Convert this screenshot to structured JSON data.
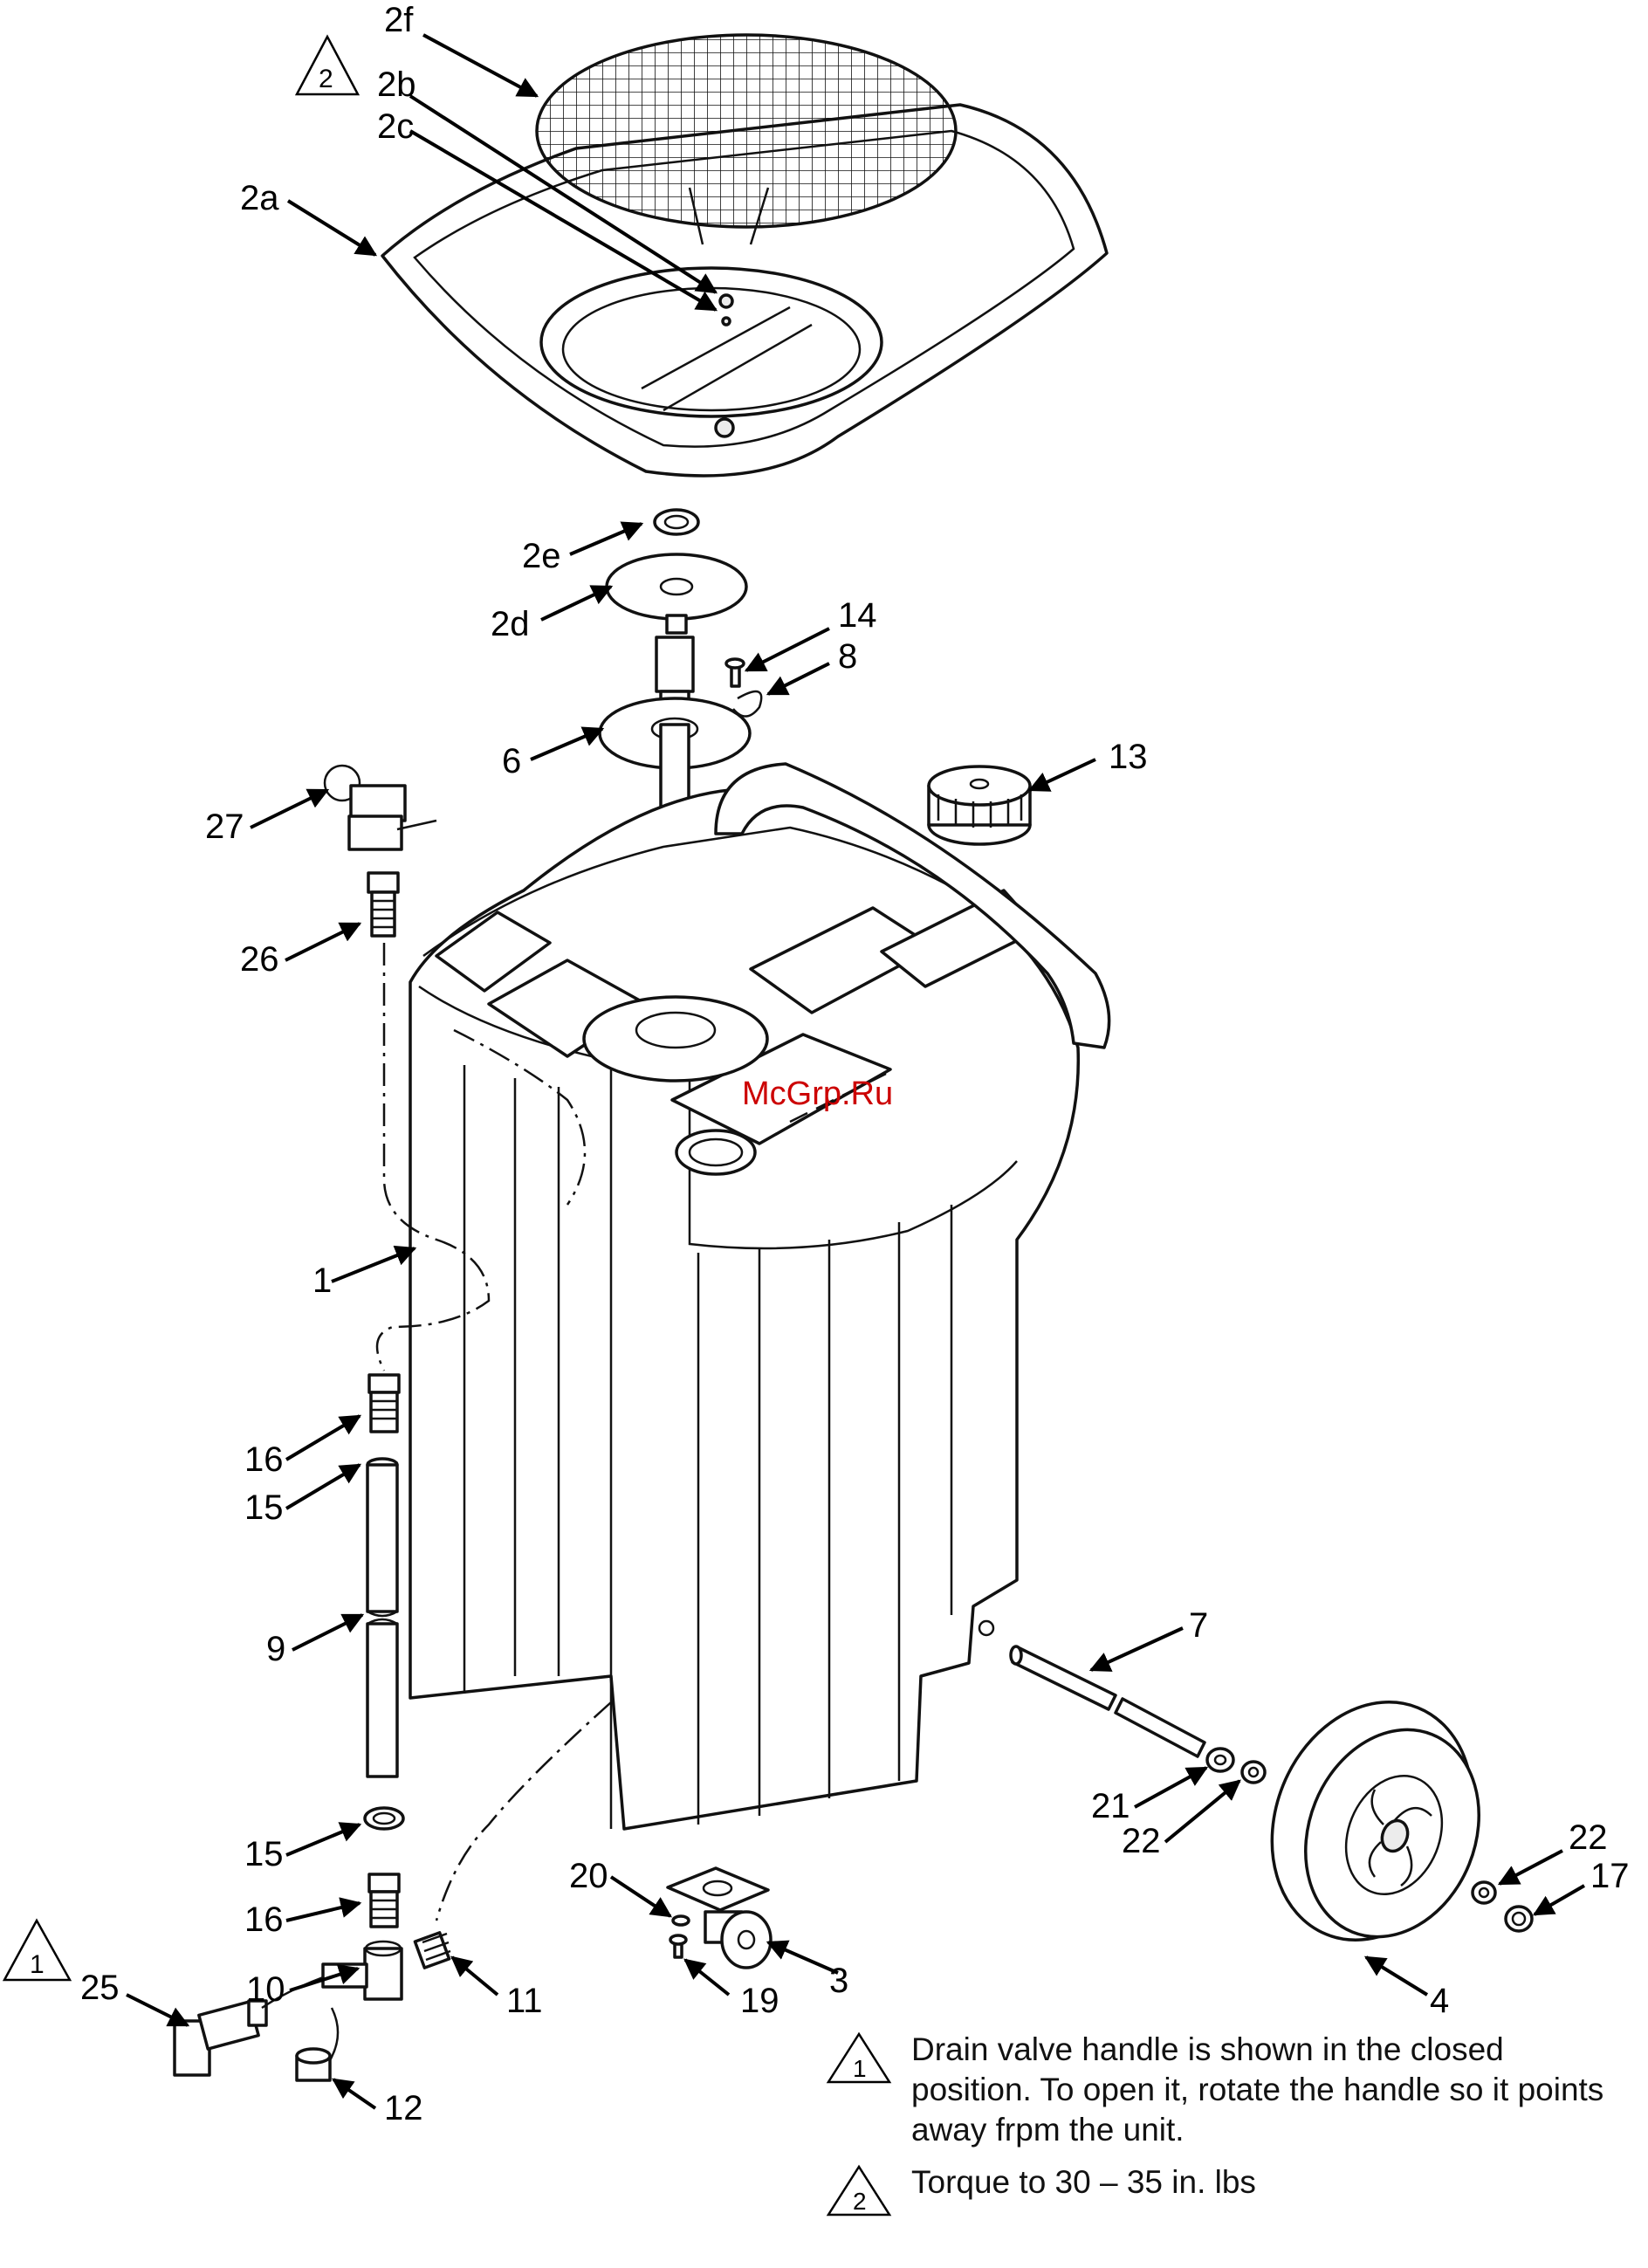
{
  "callouts": [
    {
      "id": "c-2f",
      "text": "2f"
    },
    {
      "id": "c-2b",
      "text": "2b"
    },
    {
      "id": "c-2c",
      "text": "2c"
    },
    {
      "id": "c-2a",
      "text": "2a"
    },
    {
      "id": "c-2e",
      "text": "2e"
    },
    {
      "id": "c-2d",
      "text": "2d"
    },
    {
      "id": "c-14",
      "text": "14"
    },
    {
      "id": "c-8",
      "text": "8"
    },
    {
      "id": "c-6",
      "text": "6"
    },
    {
      "id": "c-13",
      "text": "13"
    },
    {
      "id": "c-27",
      "text": "27"
    },
    {
      "id": "c-26",
      "text": "26"
    },
    {
      "id": "c-1",
      "text": "1"
    },
    {
      "id": "c-16a",
      "text": "16"
    },
    {
      "id": "c-15a",
      "text": "15"
    },
    {
      "id": "c-9",
      "text": "9"
    },
    {
      "id": "c-7",
      "text": "7"
    },
    {
      "id": "c-21",
      "text": "21"
    },
    {
      "id": "c-22a",
      "text": "22"
    },
    {
      "id": "c-22b",
      "text": "22"
    },
    {
      "id": "c-17",
      "text": "17"
    },
    {
      "id": "c-15b",
      "text": "15"
    },
    {
      "id": "c-16b",
      "text": "16"
    },
    {
      "id": "c-20",
      "text": "20"
    },
    {
      "id": "c-3",
      "text": "3"
    },
    {
      "id": "c-19",
      "text": "19"
    },
    {
      "id": "c-4",
      "text": "4"
    },
    {
      "id": "c-10",
      "text": "10"
    },
    {
      "id": "c-11",
      "text": "11"
    },
    {
      "id": "c-25",
      "text": "25"
    },
    {
      "id": "c-12",
      "text": "12"
    }
  ],
  "warning_marks": [
    {
      "id": "w-2-top",
      "text": "2"
    },
    {
      "id": "w-1-left",
      "text": "1"
    }
  ],
  "watermark": "McGrp.Ru",
  "notes": [
    {
      "mark": "1",
      "text": "Drain valve handle is shown in the closed position. To open it, rotate the handle so it points away frpm the unit."
    },
    {
      "mark": "2",
      "text": "Torque to 30 – 35 in. lbs"
    }
  ]
}
